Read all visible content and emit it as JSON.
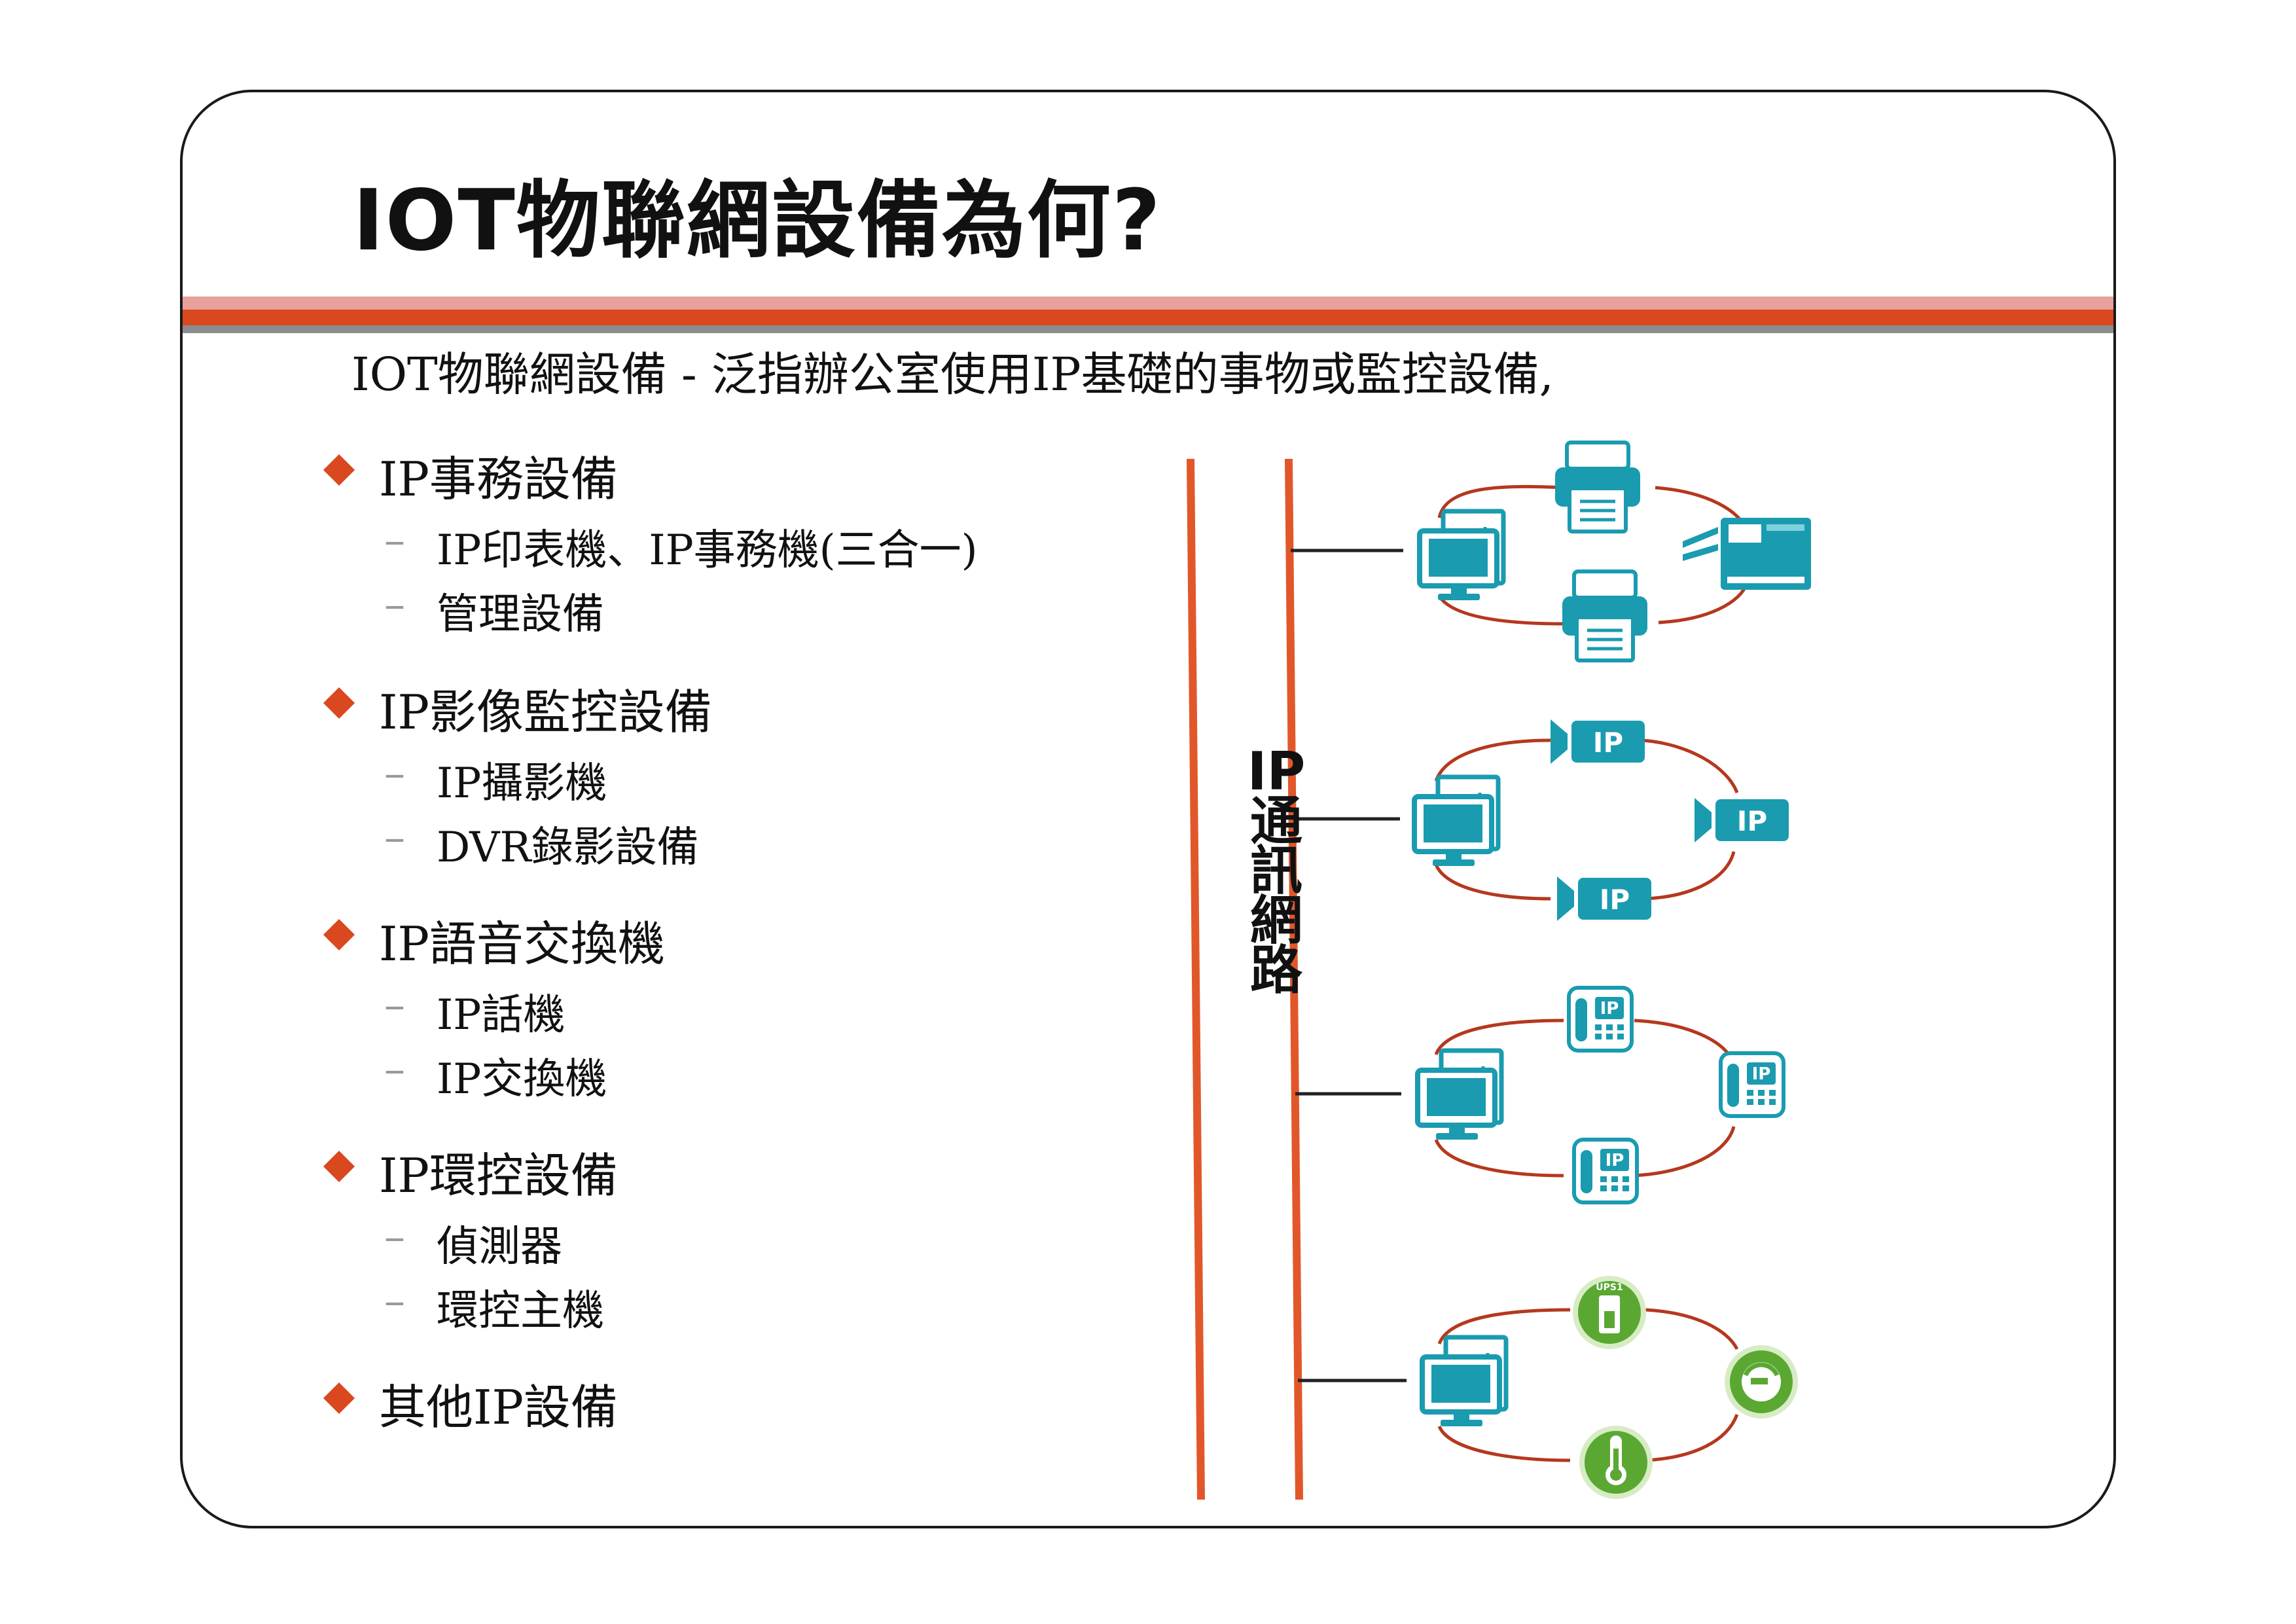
{
  "slide": {
    "title": "IOT物聯網設備為何?",
    "subtitle": "IOT物聯網設備 - 泛指辦公室使用IP基礎的事物或監控設備,",
    "sections": [
      {
        "label": "IP事務設備",
        "items": [
          "IP印表機、IP事務機(三合一)",
          "管理設備"
        ]
      },
      {
        "label": "IP影像監控設備",
        "items": [
          "IP攝影機",
          "DVR錄影設備"
        ]
      },
      {
        "label": "IP語音交換機",
        "items": [
          "IP話機",
          "IP交換機"
        ]
      },
      {
        "label": "IP環控設備",
        "items": [
          "偵測器",
          "環控主機"
        ]
      },
      {
        "label": "其他IP設備",
        "items": []
      }
    ],
    "network_label": "IP通訊網路",
    "device_badge": "IP",
    "ups_label": "UPS1"
  },
  "colors": {
    "accent_red": "#d9481f",
    "accent_pink": "#e8a09a",
    "device_teal": "#1a9bb0",
    "sensor_green": "#5aa832"
  }
}
